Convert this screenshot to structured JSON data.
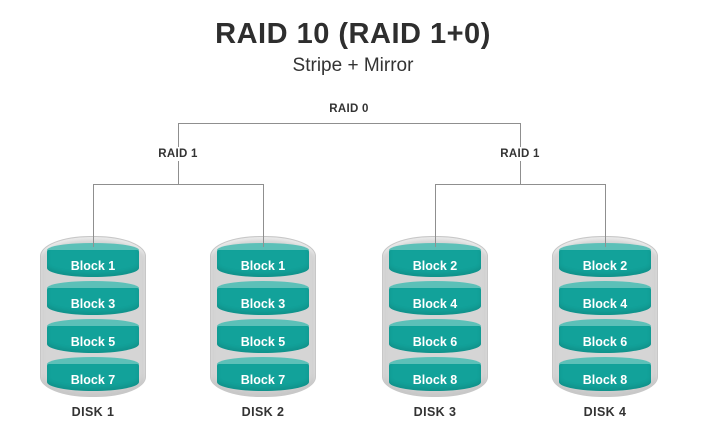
{
  "header": {
    "title": "RAID 10 (RAID 1+0)",
    "subtitle": "Stripe + Mirror"
  },
  "tree": {
    "root_label": "RAID 0",
    "groups": [
      {
        "label": "RAID 1"
      },
      {
        "label": "RAID 1"
      }
    ]
  },
  "disks": [
    {
      "name": "DISK 1",
      "blocks": [
        "Block 1",
        "Block 3",
        "Block 5",
        "Block 7"
      ]
    },
    {
      "name": "DISK 2",
      "blocks": [
        "Block 1",
        "Block 3",
        "Block 5",
        "Block 7"
      ]
    },
    {
      "name": "DISK 3",
      "blocks": [
        "Block 2",
        "Block 4",
        "Block 6",
        "Block 8"
      ]
    },
    {
      "name": "DISK 4",
      "blocks": [
        "Block 2",
        "Block 4",
        "Block 6",
        "Block 8"
      ]
    }
  ],
  "colors": {
    "disk_body": "#12a29a",
    "disk_top": "#5cc0b8",
    "casing": "#d5d5d5",
    "casing_edge": "#c7c7c7",
    "line": "#8f8f8f",
    "text": "#333333",
    "block_text": "#ffffff"
  }
}
